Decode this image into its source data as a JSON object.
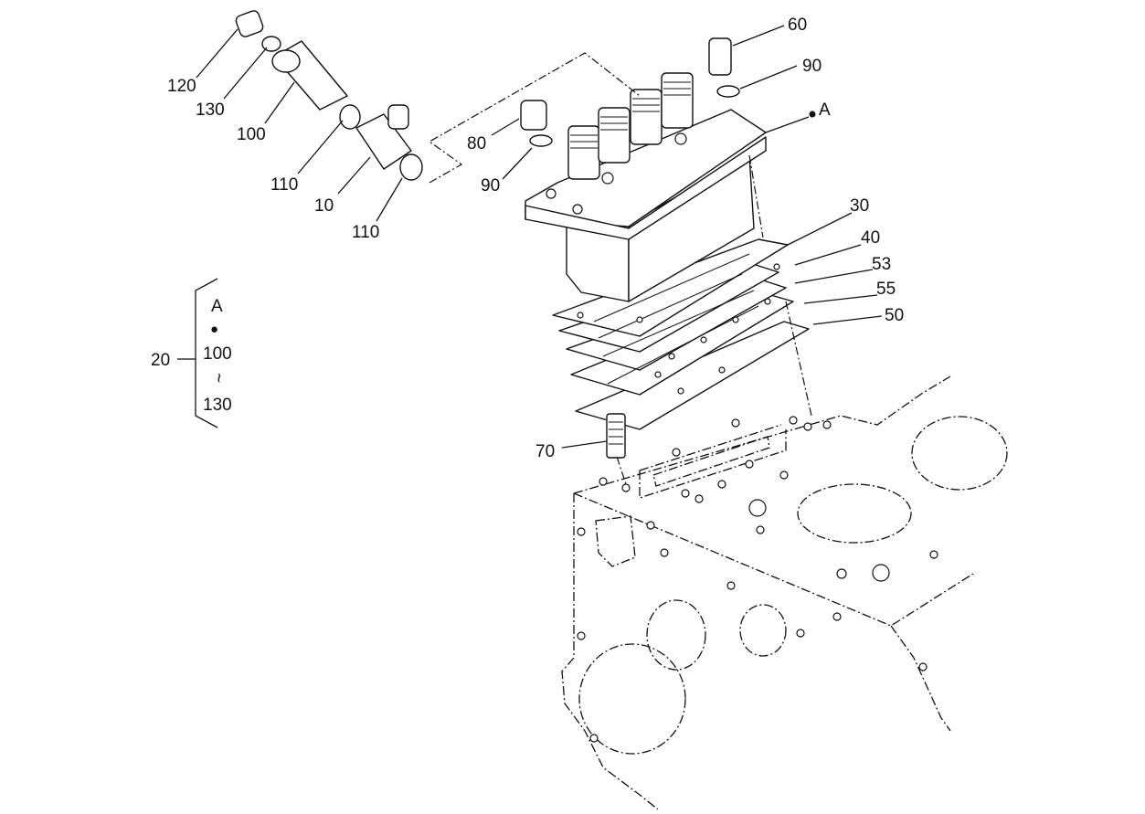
{
  "diagram": {
    "callouts": [
      {
        "id": "c120",
        "text": "120"
      },
      {
        "id": "c130",
        "text": "130"
      },
      {
        "id": "c100",
        "text": "100"
      },
      {
        "id": "c110a",
        "text": "110"
      },
      {
        "id": "c10",
        "text": "10"
      },
      {
        "id": "c110b",
        "text": "110"
      },
      {
        "id": "c80",
        "text": "80"
      },
      {
        "id": "c90a",
        "text": "90"
      },
      {
        "id": "c60",
        "text": "60"
      },
      {
        "id": "c90b",
        "text": "90"
      },
      {
        "id": "cA",
        "text": "A"
      },
      {
        "id": "c30",
        "text": "30"
      },
      {
        "id": "c40",
        "text": "40"
      },
      {
        "id": "c53",
        "text": "53"
      },
      {
        "id": "c55",
        "text": "55"
      },
      {
        "id": "c50",
        "text": "50"
      },
      {
        "id": "c70",
        "text": "70"
      }
    ],
    "group": {
      "label": "20",
      "line1": "A",
      "line2": "●",
      "line3": "100",
      "line4": "~",
      "line5": "130"
    }
  }
}
